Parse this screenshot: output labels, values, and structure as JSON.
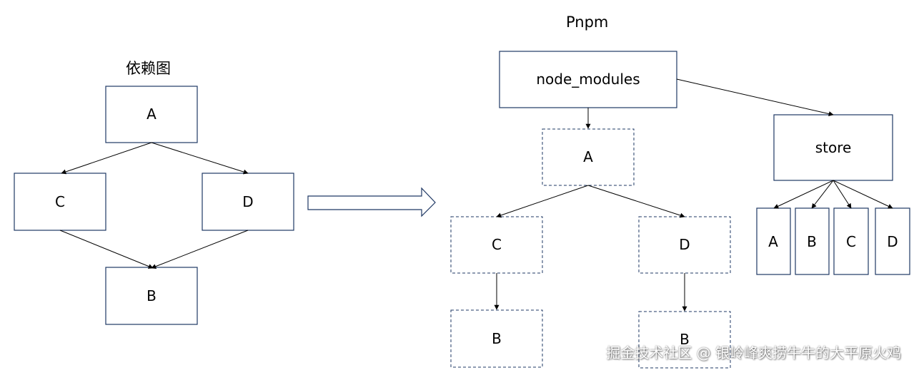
{
  "left": {
    "title": "依赖图",
    "boxes": {
      "a": "A",
      "c": "C",
      "d": "D",
      "b": "B"
    }
  },
  "right": {
    "title": "Pnpm",
    "node_modules": "node_modules",
    "store": "store",
    "tree": {
      "a": "A",
      "c": "C",
      "d": "D",
      "b_under_c": "B",
      "b_under_d": "B"
    },
    "store_items": [
      "A",
      "B",
      "C",
      "D"
    ]
  },
  "watermark": "掘金技术社区 @ 银岭峰爽捞牛牛的大平原火鸡",
  "colors": {
    "box_border": "#1f3864",
    "line": "#000000"
  }
}
